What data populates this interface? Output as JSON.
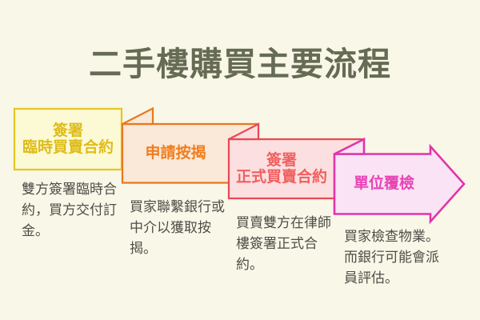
{
  "page": {
    "background": "#F9F7E7"
  },
  "title": {
    "text": "二手樓購買主要流程",
    "color": "#656B54"
  },
  "description_color": "#4E4E49",
  "steps": [
    {
      "label": "簽署\n臨時買賣合約",
      "description": "雙方簽署臨時合\n約，買方交付訂\n金。",
      "fill": "#FCFAD4",
      "border": "#E5C626",
      "label_color": "#DFBC1A"
    },
    {
      "label": "申請按揭",
      "description": "買家聯繫銀行或\n中介以獲取按\n揭。",
      "fill": "#FAE8D9",
      "border": "#E6791F",
      "label_color": "#F07E1E"
    },
    {
      "label": "簽署\n正式買賣合約",
      "description": "買賣雙方在律師\n樓簽署正式合\n約。",
      "fill": "#FCDFE0",
      "border": "#E84854",
      "label_color": "#F15F5F"
    },
    {
      "label": "單位覆檢",
      "description": "買家檢查物業。\n而銀行可能會派\n員評估。",
      "fill": "#FAE3F5",
      "border": "#DF35AB",
      "label_color": "#E843B4"
    }
  ]
}
